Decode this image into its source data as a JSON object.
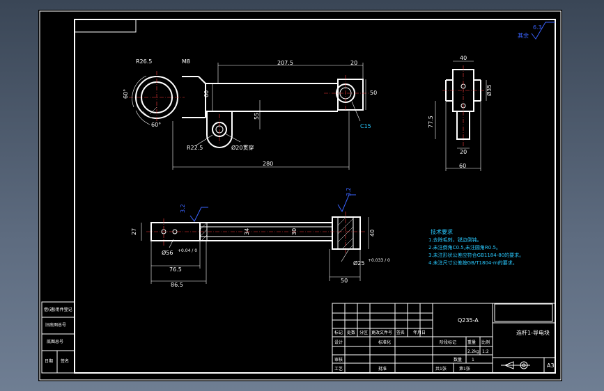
{
  "drawing": {
    "title_block": {
      "material": "Q235-A",
      "part_name": "连杆1-导电块",
      "sheet_size": "A3",
      "scale": "1:2",
      "ratio_label": "比例",
      "weight_label": "重量",
      "quantity_label": "数量",
      "sheet_of": "共1张",
      "sheet_no": "第1张",
      "approve": "批准",
      "design": "设计",
      "standardize": "标准化",
      "check": "审核",
      "process": "工艺",
      "mark": "标记",
      "count": "处数",
      "zone": "分区",
      "change_doc": "更改文件号",
      "sign": "签名",
      "date": "年月日",
      "stage_mark": "阶段标记",
      "weight_value": "2.2kg",
      "quantity_value": "1"
    },
    "left_strip": [
      "借(通)用件登记",
      "旧底图总号",
      "底图总号",
      "日期",
      "签名"
    ],
    "roughness": {
      "symbol_value": "6.3",
      "label": "其余"
    },
    "notes": {
      "heading": "技术要求",
      "items": [
        "1.去除毛刺，锐边倒钝。",
        "2.未注倒角C0.5,未注圆角R0.5。",
        "3.未注形状公差应符合GB1184-80的要求。",
        "4.未注尺寸公差按GB/T1804-m的要求。"
      ]
    },
    "dims_front": {
      "r26_5": "R26.5",
      "m8": "M8",
      "d207_5": "207.5",
      "d20": "20",
      "d60": "60",
      "d50": "50",
      "d55": "55",
      "a60a": "60°",
      "a60b": "60°",
      "c15": "C15",
      "r22_5": "R22.5",
      "hole20": "Ø20贯穿",
      "d280": "280"
    },
    "dims_side": {
      "d40": "40",
      "d35": "Ø35",
      "d77_5": "77.5",
      "d20": "20",
      "d60": "60"
    },
    "dims_top": {
      "d27": "27",
      "d34": "34",
      "d30": "30",
      "d40": "40",
      "hole56": "Ø56",
      "tol56": "+0.04 / 0",
      "hole25": "Ø25",
      "tol25": "+0.033 / 0",
      "d76_5": "76.5",
      "d86_5": "86.5",
      "d50": "50",
      "r32a": "3.2",
      "r32b": "3.2"
    }
  }
}
